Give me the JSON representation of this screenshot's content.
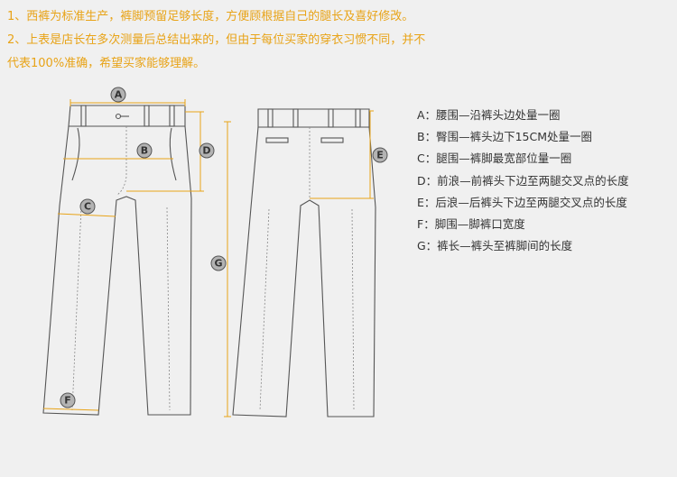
{
  "notes": [
    "1、西裤为标准生产，裤脚预留足够长度，方便顾根据自己的腿长及喜好修改。",
    "2、上表是店长在多次测量后总结出来的，但由于每位买家的穿衣习惯不同，并不",
    "代表100%准确，希望买家能够理解。"
  ],
  "labels": {
    "a": "A",
    "b": "B",
    "c": "C",
    "d": "D",
    "e": "E",
    "f": "F",
    "g": "G"
  },
  "legend": [
    "A：腰围—沿裤头边处量一圈",
    "B：臀围—裤头边下15CM处量一圈",
    "C：腿围—裤脚最宽部位量一圈",
    "D：前浪—前裤头下边至两腿交叉点的长度",
    "E：后浪—后裤头下边至两腿交叉点的长度",
    "F：脚围—脚裤口宽度",
    "G：裤长—裤头至裤脚间的长度"
  ],
  "colors": {
    "note_text": "#e8a317",
    "measure_line": "#e8a317",
    "badge_fill": "#b3b3b3",
    "outline": "#555555",
    "background": "#f0f0f0"
  }
}
